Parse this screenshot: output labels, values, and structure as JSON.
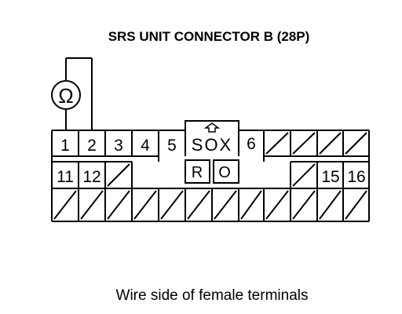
{
  "title": "SRS UNIT CONNECTOR B (28P)",
  "caption": "Wire side of female terminals",
  "meter": {
    "symbol": "Ω",
    "icon": "ohmmeter-icon",
    "probes": [
      "1",
      "2"
    ]
  },
  "connector": {
    "row1_terminals": [
      "1",
      "2",
      "3",
      "4",
      "5",
      "6"
    ],
    "row2_terminals": [
      "11",
      "12",
      "15",
      "16"
    ],
    "key_label": "SOX",
    "key_arrow_icon": "arrow-up-icon",
    "sub_boxes": [
      "R",
      "O"
    ]
  },
  "colors": {
    "ink": "#000000",
    "background": "#ffffff"
  }
}
